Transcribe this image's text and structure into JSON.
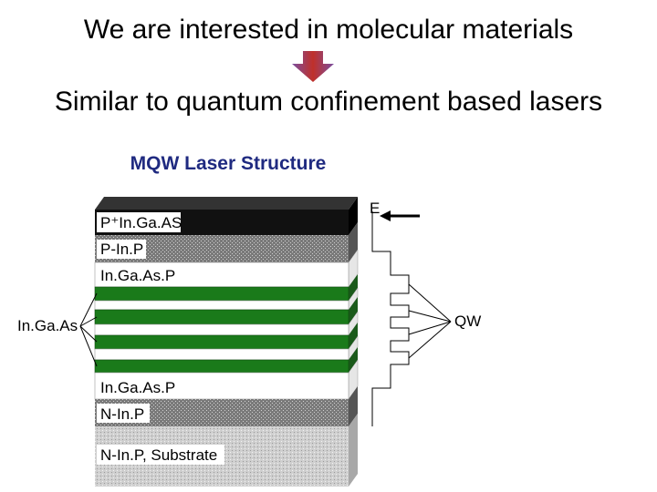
{
  "headline": "We are interested in molecular materials",
  "subheadline": "Similar to quantum confinement based lasers",
  "diagram_title": "MQW Laser Structure",
  "arrow_icon": "down-arrow-icon",
  "layers": {
    "cap": "P⁺In.Ga.AS",
    "p_cladding": "P-In.P",
    "upper_waveguide": "In.Ga.As.P",
    "lower_waveguide": "In.Ga.As.P",
    "n_cladding": "N-In.P",
    "substrate": "N-In.P, Substrate"
  },
  "callouts": {
    "wells": "In.Ga.As",
    "qw": "QW",
    "field": "E"
  },
  "colors": {
    "title": "#1f2a80",
    "arrow": "#c0302a",
    "well": "#1a7a1a",
    "cap": "#111111",
    "cladding": "#8c8c8c",
    "substrate": "#c9c9c9"
  }
}
